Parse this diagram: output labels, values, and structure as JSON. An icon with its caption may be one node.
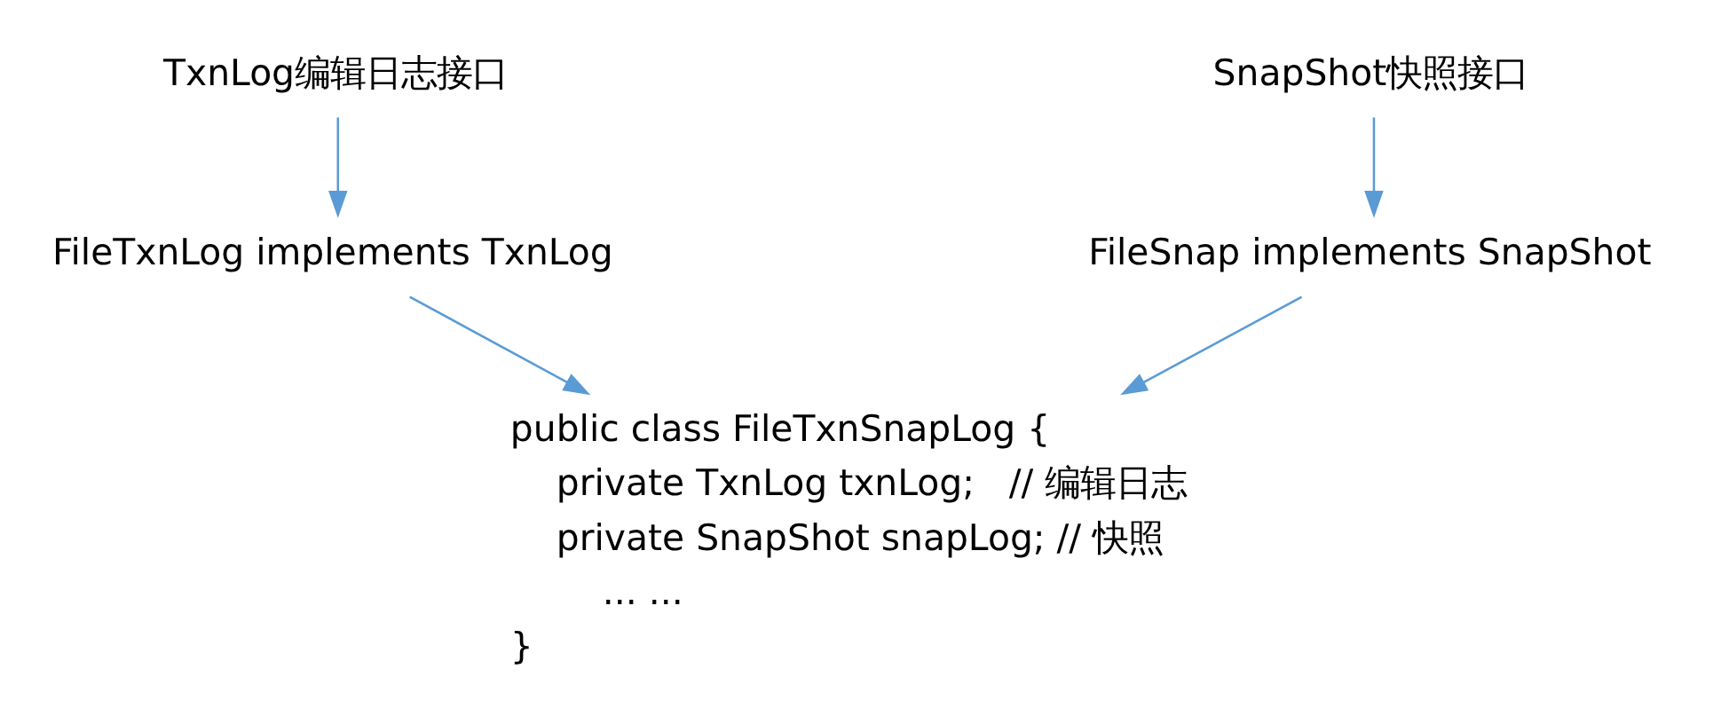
{
  "diagram": {
    "nodes": [
      {
        "text": [
          "TxnLog编辑日志接口"
        ]
      },
      {
        "text": [
          "FileTxnLog implements TxnLog"
        ]
      },
      {
        "text": [
          "SnapShot快照接口"
        ]
      },
      {
        "text": [
          "FileSnap implements SnapShot"
        ]
      },
      {
        "text": [
          "public class FileTxnSnapLog {",
          "private TxnLog txnLog;   // 编辑日志",
          "private SnapShot snapLog; // 快照",
          "... ...",
          "}"
        ]
      }
    ],
    "edges": [
      {
        "from": 0,
        "to": 1,
        "arrow": "to"
      },
      {
        "from": 2,
        "to": 3,
        "arrow": "to"
      },
      {
        "from": 1,
        "to": 4,
        "arrow": "to"
      },
      {
        "from": 3,
        "to": 4,
        "arrow": "to"
      }
    ]
  }
}
